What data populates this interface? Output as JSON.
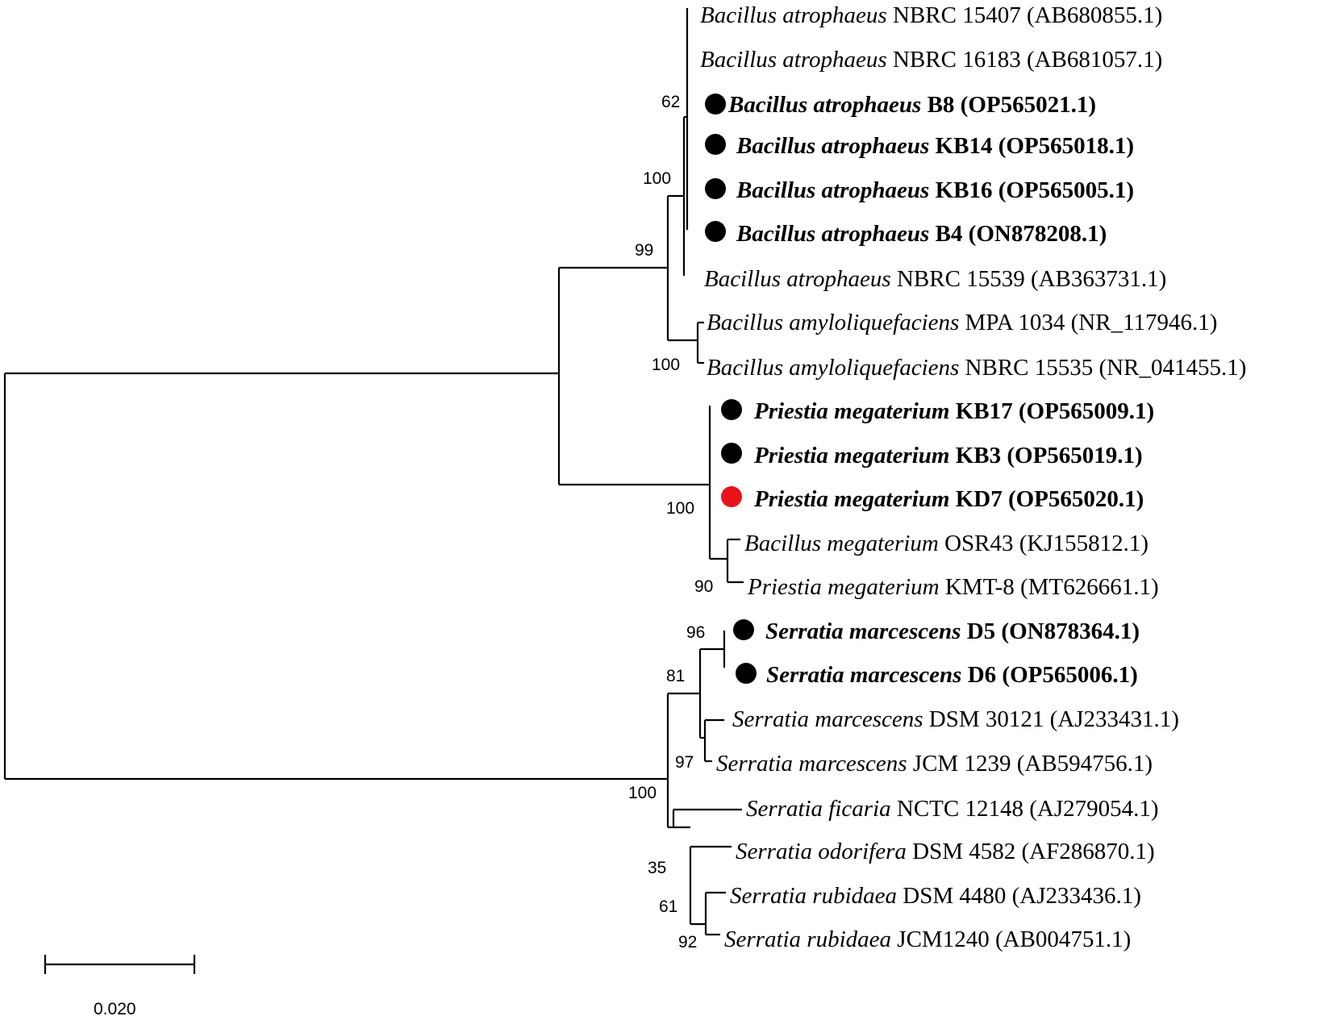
{
  "colors": {
    "ink": "#000000",
    "highlight": "#e8141a"
  },
  "taxa": [
    {
      "species": "Bacillus atrophaeus",
      "strain": "NBRC 15407 (AB680855.1)",
      "isolate": false
    },
    {
      "species": "Bacillus atrophaeus",
      "strain": "NBRC 16183 (AB681057.1)",
      "isolate": false
    },
    {
      "species": "Bacillus atrophaeus",
      "strain": "B8 (OP565021.1)",
      "isolate": true,
      "marker": "filled-circle"
    },
    {
      "species": "Bacillus atrophaeus",
      "strain": "KB14 (OP565018.1)",
      "isolate": true,
      "marker": "filled-circle"
    },
    {
      "species": "Bacillus atrophaeus",
      "strain": "KB16 (OP565005.1)",
      "isolate": true,
      "marker": "filled-circle"
    },
    {
      "species": "Bacillus atrophaeus",
      "strain": "B4 (ON878208.1)",
      "isolate": true,
      "marker": "filled-circle"
    },
    {
      "species": "Bacillus atrophaeus",
      "strain": "NBRC 15539 (AB363731.1)",
      "isolate": false
    },
    {
      "species": "Bacillus amyloliquefaciens",
      "strain": "MPA 1034 (NR_117946.1)",
      "isolate": false
    },
    {
      "species": "Bacillus amyloliquefaciens",
      "strain": "NBRC 15535 (NR_041455.1)",
      "isolate": false
    },
    {
      "species": "Priestia megaterium",
      "strain": "KB17 (OP565009.1)",
      "isolate": true,
      "marker": "filled-circle"
    },
    {
      "species": "Priestia megaterium",
      "strain": "KB3 (OP565019.1)",
      "isolate": true,
      "marker": "filled-circle"
    },
    {
      "species": "Priestia megaterium",
      "strain": "KD7 (OP565020.1)",
      "isolate": true,
      "marker": "filled-circle",
      "highlight": true
    },
    {
      "species": "Bacillus megaterium",
      "strain": "OSR43 (KJ155812.1)",
      "isolate": false
    },
    {
      "species": "Priestia megaterium",
      "strain": "KMT-8 (MT626661.1)",
      "isolate": false
    },
    {
      "species": "Serratia marcescens",
      "strain": "D5 (ON878364.1)",
      "isolate": true,
      "marker": "filled-circle"
    },
    {
      "species": "Serratia marcescens",
      "strain": "D6 (OP565006.1)",
      "isolate": true,
      "marker": "filled-circle"
    },
    {
      "species": "Serratia marcescens",
      "strain": "DSM 30121 (AJ233431.1)",
      "isolate": false
    },
    {
      "species": "Serratia marcescens",
      "strain": "JCM 1239 (AB594756.1)",
      "isolate": false
    },
    {
      "species": "Serratia ficaria",
      "strain": "NCTC 12148 (AJ279054.1)",
      "isolate": false
    },
    {
      "species": "Serratia odorifera",
      "strain": "DSM 4582 (AF286870.1)",
      "isolate": false
    },
    {
      "species": "Serratia rubidaea",
      "strain": "DSM 4480 (AJ233436.1)",
      "isolate": false
    },
    {
      "species": "Serratia rubidaea",
      "strain": "JCM1240 (AB004751.1)",
      "isolate": false
    }
  ],
  "support_values": [
    "62",
    "100",
    "99",
    "100",
    "100",
    "90",
    "96",
    "81",
    "97",
    "100",
    "35",
    "61",
    "92"
  ],
  "scale_bar": {
    "label": "0.020"
  }
}
